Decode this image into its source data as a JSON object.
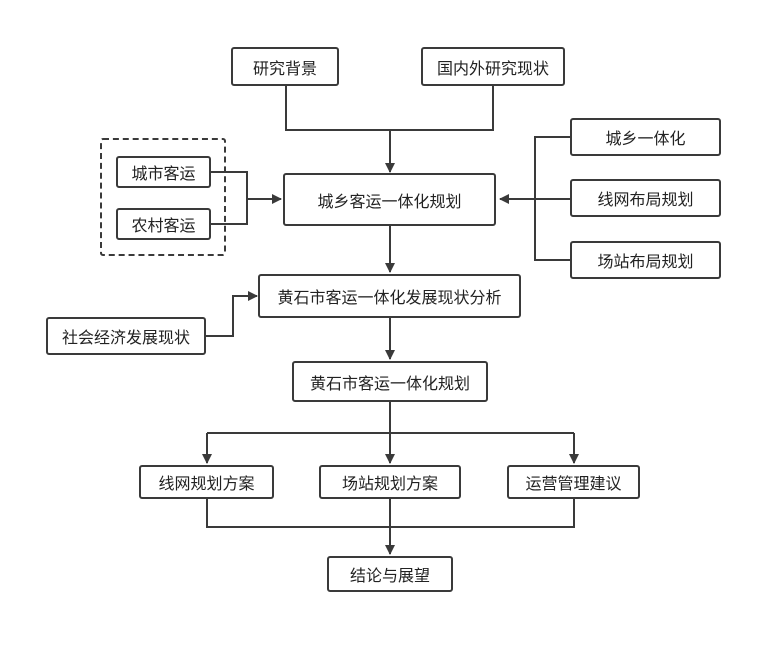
{
  "diagram": {
    "type": "flowchart",
    "nodes": {
      "research_background": "研究背景",
      "domestic_foreign_status": "国内外研究现状",
      "urban_rural_integration": "城乡一体化",
      "city_transport": "城市客运",
      "rural_transport": "农村客运",
      "urban_rural_plan": "城乡客运一体化规划",
      "network_layout_plan": "线网布局规划",
      "station_layout_plan": "场站布局规划",
      "huangshi_status_analysis": "黄石市客运一体化发展现状分析",
      "socio_economic_status": "社会经济发展现状",
      "huangshi_plan": "黄石市客运一体化规划",
      "network_plan_scheme": "线网规划方案",
      "station_plan_scheme": "场站规划方案",
      "operation_mgmt_suggestion": "运营管理建议",
      "conclusion_outlook": "结论与展望"
    },
    "edges": [
      {
        "from": "research_background",
        "to": "urban_rural_plan"
      },
      {
        "from": "domestic_foreign_status",
        "to": "urban_rural_plan"
      },
      {
        "from": "city_transport",
        "to": "urban_rural_plan"
      },
      {
        "from": "rural_transport",
        "to": "urban_rural_plan"
      },
      {
        "from": "urban_rural_integration",
        "to": "urban_rural_plan"
      },
      {
        "from": "network_layout_plan",
        "to": "urban_rural_plan"
      },
      {
        "from": "station_layout_plan",
        "to": "urban_rural_plan"
      },
      {
        "from": "urban_rural_plan",
        "to": "huangshi_status_analysis"
      },
      {
        "from": "socio_economic_status",
        "to": "huangshi_status_analysis"
      },
      {
        "from": "huangshi_status_analysis",
        "to": "huangshi_plan"
      },
      {
        "from": "huangshi_plan",
        "to": "network_plan_scheme"
      },
      {
        "from": "huangshi_plan",
        "to": "station_plan_scheme"
      },
      {
        "from": "huangshi_plan",
        "to": "operation_mgmt_suggestion"
      },
      {
        "from": "network_plan_scheme",
        "to": "conclusion_outlook"
      },
      {
        "from": "station_plan_scheme",
        "to": "conclusion_outlook"
      },
      {
        "from": "operation_mgmt_suggestion",
        "to": "conclusion_outlook"
      }
    ]
  },
  "colors": {
    "line": "#3a3a3a",
    "box_border": "#3a3a3a",
    "background": "#ffffff"
  }
}
